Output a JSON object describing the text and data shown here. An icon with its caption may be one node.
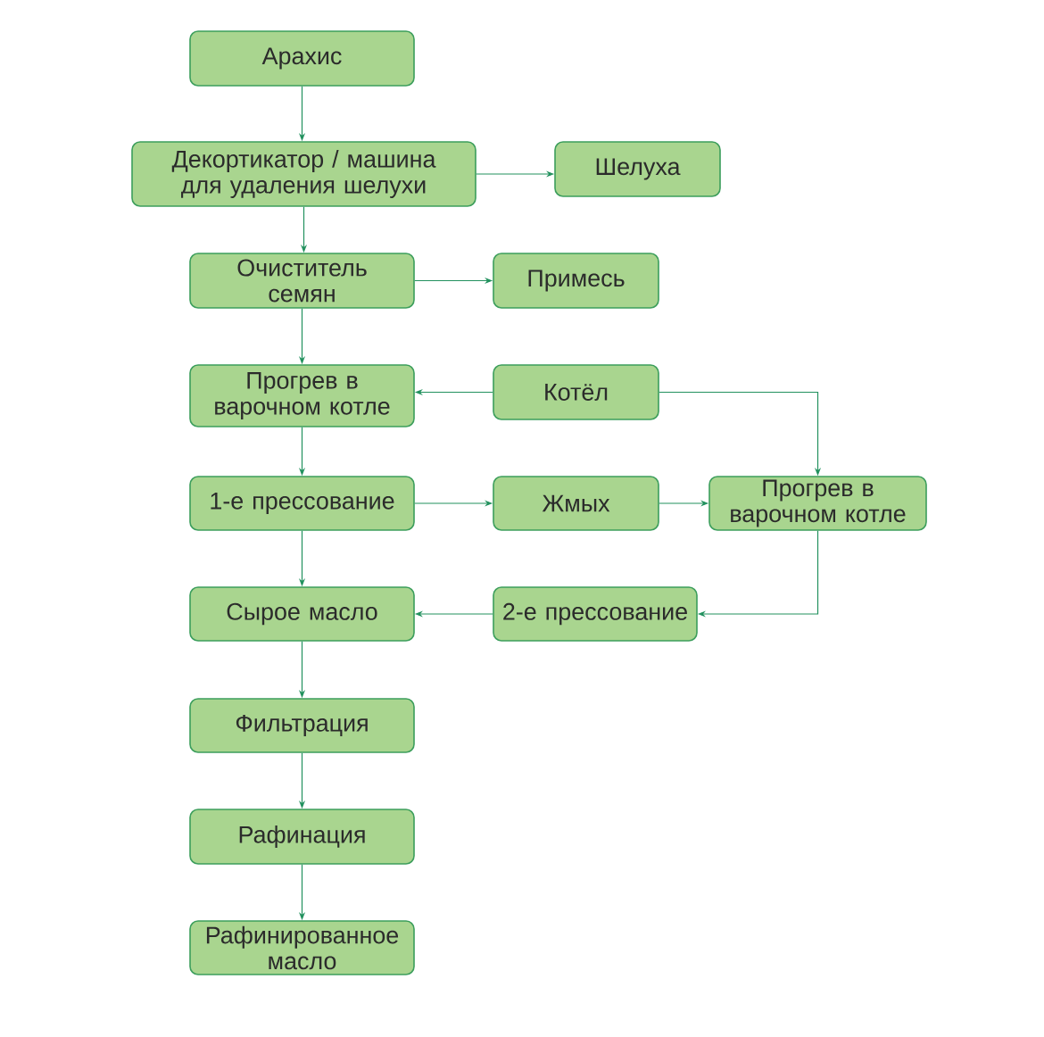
{
  "diagram": {
    "nodes": [
      {
        "text": [
          "Арахис"
        ]
      },
      {
        "text": [
          "Декортикатор / машина для удаления шелухи"
        ]
      },
      {
        "text": [
          "Шелуха"
        ]
      },
      {
        "text": [
          "Очиститель семян"
        ]
      },
      {
        "text": [
          "Примесь"
        ]
      },
      {
        "text": [
          "Прогрев в варочном котле"
        ]
      },
      {
        "text": [
          "Котёл"
        ]
      },
      {
        "text": [
          "1-е прессование"
        ]
      },
      {
        "text": [
          "Жмых"
        ]
      },
      {
        "text": [
          "Прогрев в варочном котле"
        ]
      },
      {
        "text": [
          "Сырое масло"
        ]
      },
      {
        "text": [
          "2-е прессование"
        ]
      },
      {
        "text": [
          "Фильтрация"
        ]
      },
      {
        "text": [
          "Рафинация"
        ]
      },
      {
        "text": [
          "Рафинированное масло"
        ]
      }
    ],
    "edges": [
      {
        "from": 0,
        "to": 1,
        "arrow": "to"
      },
      {
        "from": 1,
        "to": 2,
        "arrow": "to"
      },
      {
        "from": 1,
        "to": 3,
        "arrow": "to"
      },
      {
        "from": 3,
        "to": 4,
        "arrow": "to"
      },
      {
        "from": 3,
        "to": 5,
        "arrow": "to"
      },
      {
        "from": 6,
        "to": 5,
        "arrow": "to"
      },
      {
        "from": 6,
        "to": 9,
        "arrow": "to"
      },
      {
        "from": 5,
        "to": 7,
        "arrow": "to"
      },
      {
        "from": 7,
        "to": 8,
        "arrow": "to"
      },
      {
        "from": 8,
        "to": 9,
        "arrow": "to"
      },
      {
        "from": 7,
        "to": 10,
        "arrow": "to"
      },
      {
        "from": 9,
        "to": 11,
        "arrow": "to"
      },
      {
        "from": 11,
        "to": 10,
        "arrow": "to"
      },
      {
        "from": 10,
        "to": 12,
        "arrow": "to"
      },
      {
        "from": 12,
        "to": 13,
        "arrow": "to"
      },
      {
        "from": 13,
        "to": 14,
        "arrow": "to"
      }
    ]
  }
}
